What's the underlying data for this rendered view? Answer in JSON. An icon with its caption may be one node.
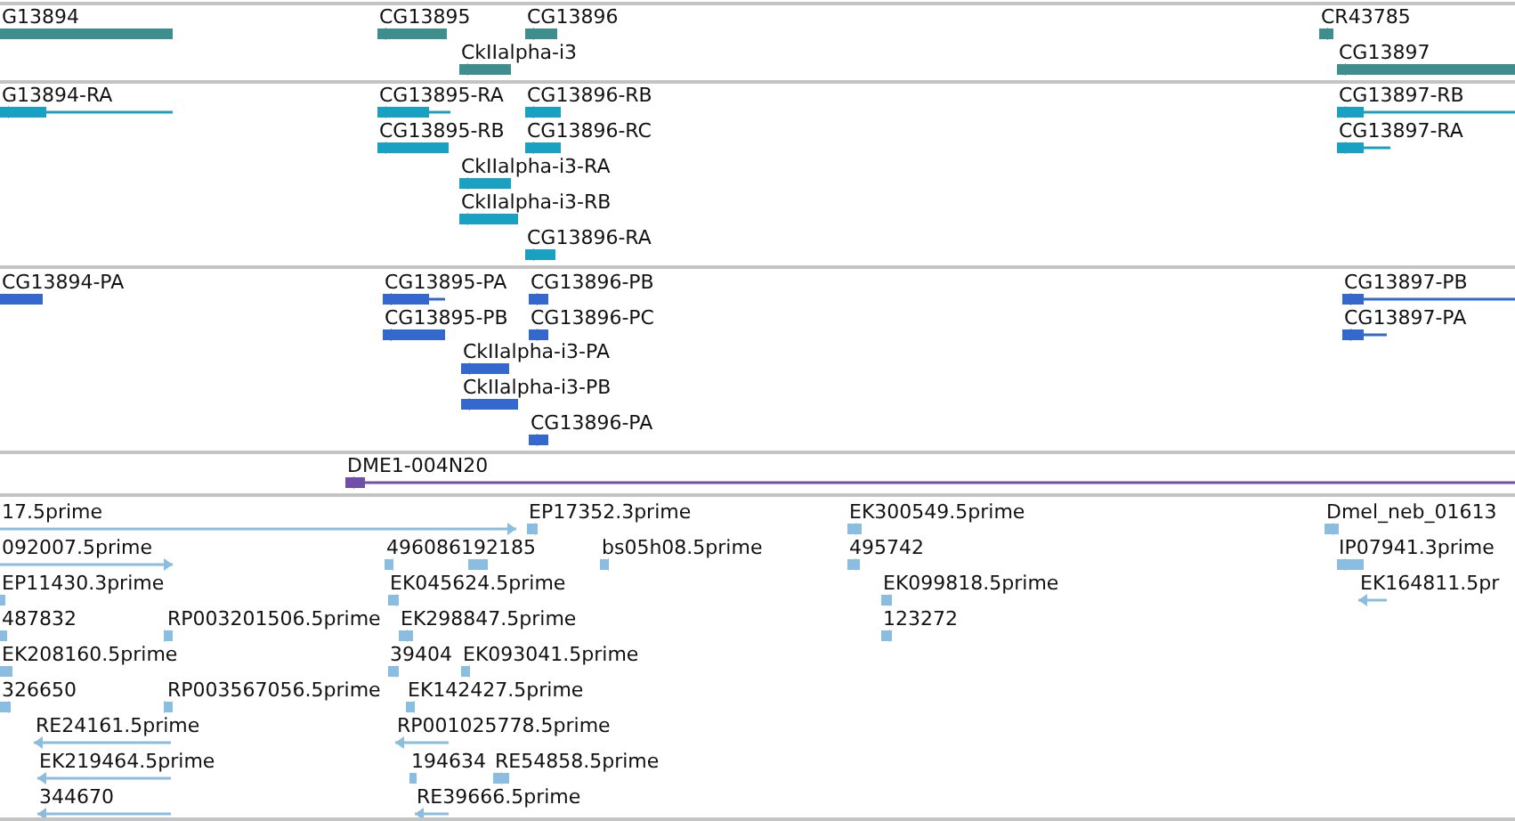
{
  "diagram": {
    "labels": [
      "G13894",
      "CG13895",
      "CG13896",
      "CR43785",
      "CkIIalpha-i3",
      "CG13897",
      "G13894-RA",
      "CG13895-RA",
      "CG13896-RB",
      "CG13897-RB",
      "CG13895-RB",
      "CG13896-RC",
      "CG13897-RA",
      "CkIIalpha-i3-RA",
      "CkIIalpha-i3-RB",
      "CG13896-RA",
      "CG13894-PA",
      "CG13895-PA",
      "CG13896-PB",
      "CG13897-PB",
      "CG13895-PB",
      "CG13896-PC",
      "CG13897-PA",
      "CkIIalpha-i3-PA",
      "CkIIalpha-i3-PB",
      "CG13896-PA",
      "DME1-004N20",
      "17.5prime",
      "EP17352.3prime",
      "EK300549.5prime",
      "Dmel_neb_01613",
      "092007.5prime",
      "496086192185",
      "bs05h08.5prime",
      "495742",
      "IP07941.3prime",
      "EP11430.3prime",
      "EK045624.5prime",
      "EK099818.5prime",
      "EK164811.5pr",
      "487832",
      "RP003201506.5prime",
      "EK298847.5prime",
      "123272",
      "EK208160.5prime",
      "39404",
      "EK093041.5prime",
      "326650",
      "RP003567056.5prime",
      "EK142427.5prime",
      "RE24161.5prime",
      "RP001025778.5prime",
      "EK219464.5prime",
      "194634",
      "RE54858.5prime",
      "344670",
      "RE39666.5prime"
    ]
  }
}
